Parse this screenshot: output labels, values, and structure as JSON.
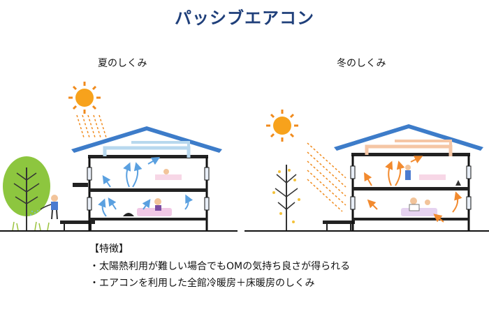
{
  "title": "パッシブエアコン",
  "panels": {
    "summer": {
      "label": "夏のしくみ"
    },
    "winter": {
      "label": "冬のしくみ"
    }
  },
  "features": {
    "heading": "【特徴】",
    "items": [
      "・太陽熱利用が難しい場合でもOMの気持ち良さが得られる",
      "・エアコンを利用した全館冷暖房＋床暖房のしくみ"
    ]
  },
  "colors": {
    "title": "#1f3f7a",
    "roof": "#3d7cc9",
    "sun": "#f08a1c",
    "cool_air": "#5aa0e0",
    "warm_air": "#f28a2e",
    "house_line": "#111111",
    "tree_green": "#8dc63f"
  }
}
